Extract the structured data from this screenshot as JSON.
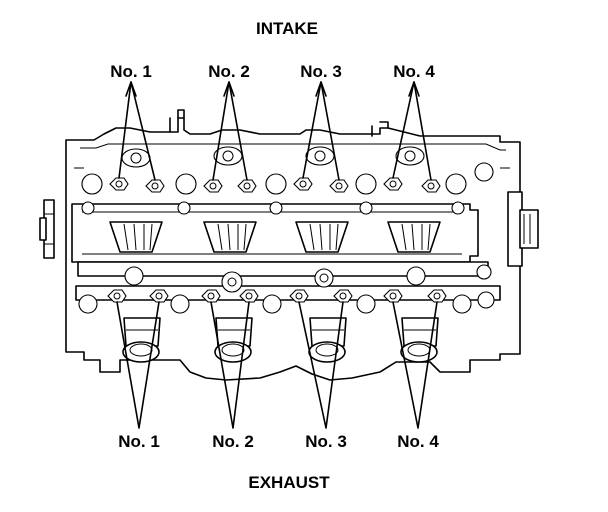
{
  "diagram": {
    "top_label": "INTAKE",
    "bottom_label": "EXHAUST",
    "intake_ports": [
      {
        "label": "No. 1"
      },
      {
        "label": "No. 2"
      },
      {
        "label": "No. 3"
      },
      {
        "label": "No. 4"
      }
    ],
    "exhaust_ports": [
      {
        "label": "No. 1"
      },
      {
        "label": "No. 2"
      },
      {
        "label": "No. 3"
      },
      {
        "label": "No. 4"
      }
    ]
  }
}
